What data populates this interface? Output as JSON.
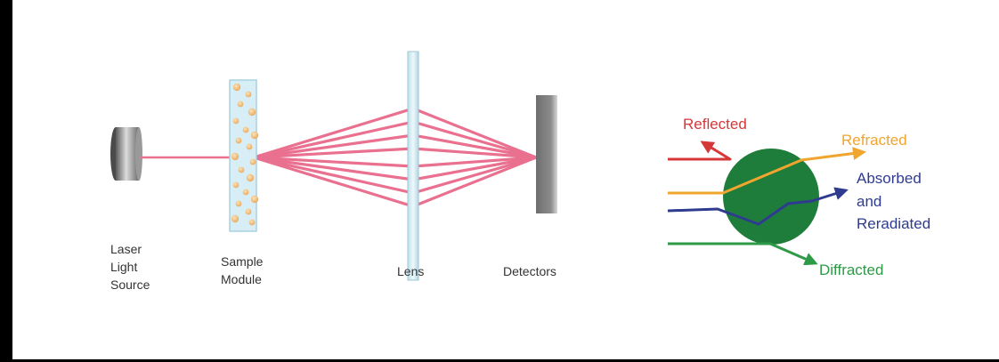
{
  "setup": {
    "labels": {
      "laser": [
        "Laser",
        "Light",
        "Source"
      ],
      "sample": [
        "Sample",
        "Module"
      ],
      "lens": "Lens",
      "detectors": "Detectors"
    }
  },
  "interactions": {
    "reflected": "Reflected",
    "refracted": "Refracted",
    "absorbed": [
      "Absorbed",
      "and",
      "Reradiated"
    ],
    "diffracted": "Diffracted"
  },
  "colors": {
    "beam": "#e9708f",
    "reflected": "#d63838",
    "refracted": "#f0a52e",
    "absorbed": "#2e3b8f",
    "diffracted": "#2e9a47",
    "particle": "#1f7d3b"
  }
}
